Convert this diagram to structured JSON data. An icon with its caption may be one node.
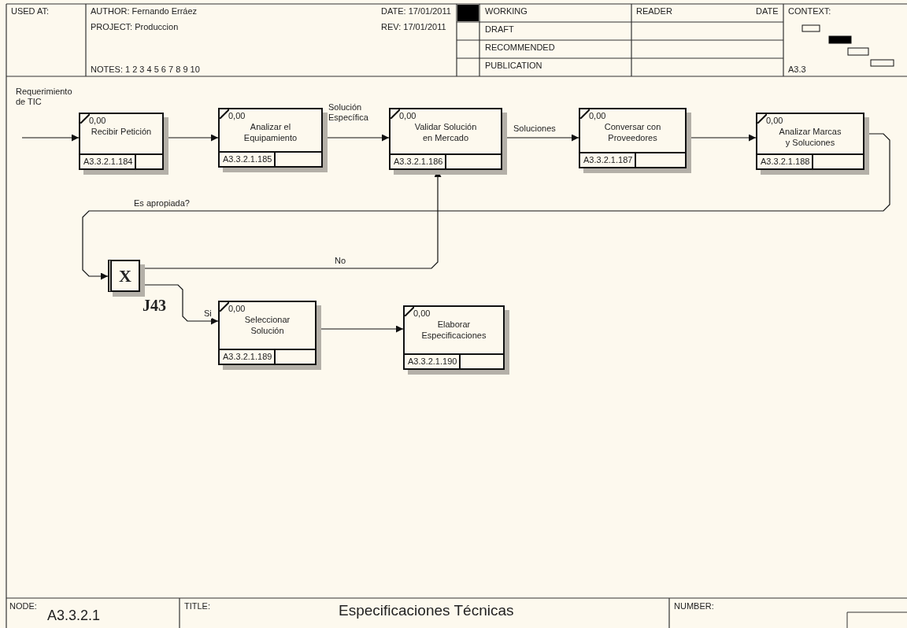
{
  "diagram": {
    "title": "Especificaciones Técnicas",
    "nodes": [
      {
        "text": [
          "0,00",
          "Recibir Petición",
          "A3.3.2.1.184"
        ]
      },
      {
        "text": [
          "0,00",
          "Analizar el Equipamiento",
          "A3.3.2.1.185"
        ]
      },
      {
        "text": [
          "0,00",
          "Validar Solución en Mercado",
          "A3.3.2.1.186"
        ]
      },
      {
        "text": [
          "0,00",
          "Conversar con Proveedores",
          "A3.3.2.1.187"
        ]
      },
      {
        "text": [
          "0,00",
          "Analizar Marcas y Soluciones",
          "A3.3.2.1.188"
        ]
      },
      {
        "text": [
          "X"
        ],
        "beside": [
          "J43"
        ]
      },
      {
        "text": [
          "0,00",
          "Seleccionar Solución",
          "A3.3.2.1.189"
        ]
      },
      {
        "text": [
          "0,00",
          "Elaborar Especificaciones",
          "A3.3.2.1.190"
        ]
      }
    ],
    "edges": [
      {
        "from": null,
        "to": 0,
        "arrow": "to",
        "label": "Requerimiento de TIC"
      },
      {
        "from": 0,
        "to": 1,
        "arrow": "to"
      },
      {
        "from": 1,
        "to": 2,
        "arrow": "to",
        "label": "Solución Específica"
      },
      {
        "from": 2,
        "to": 3,
        "arrow": "to",
        "label": "Soluciones"
      },
      {
        "from": 3,
        "to": 4,
        "arrow": "to"
      },
      {
        "from": 4,
        "to": 5,
        "arrow": "to",
        "label": "Es apropiada?"
      },
      {
        "from": 5,
        "to": 2,
        "arrow": "to",
        "label": "No"
      },
      {
        "from": 5,
        "to": 6,
        "arrow": "to",
        "label": "Si"
      },
      {
        "from": 6,
        "to": 7,
        "arrow": "to"
      }
    ],
    "labels": [
      "USED AT:",
      "AUTHOR: Fernando Erráez",
      "DATE: 17/01/2011",
      "PROJECT: Produccion",
      "REV: 17/01/2011",
      "NOTES: 1 2 3 4 5 6 7 8 9 10",
      "WORKING",
      "READER",
      "DATE",
      "CONTEXT:",
      "DRAFT",
      "RECOMMENDED",
      "PUBLICATION",
      "A3.3",
      "NODE:",
      "A3.3.2.1",
      "TITLE:",
      "NUMBER:"
    ]
  }
}
